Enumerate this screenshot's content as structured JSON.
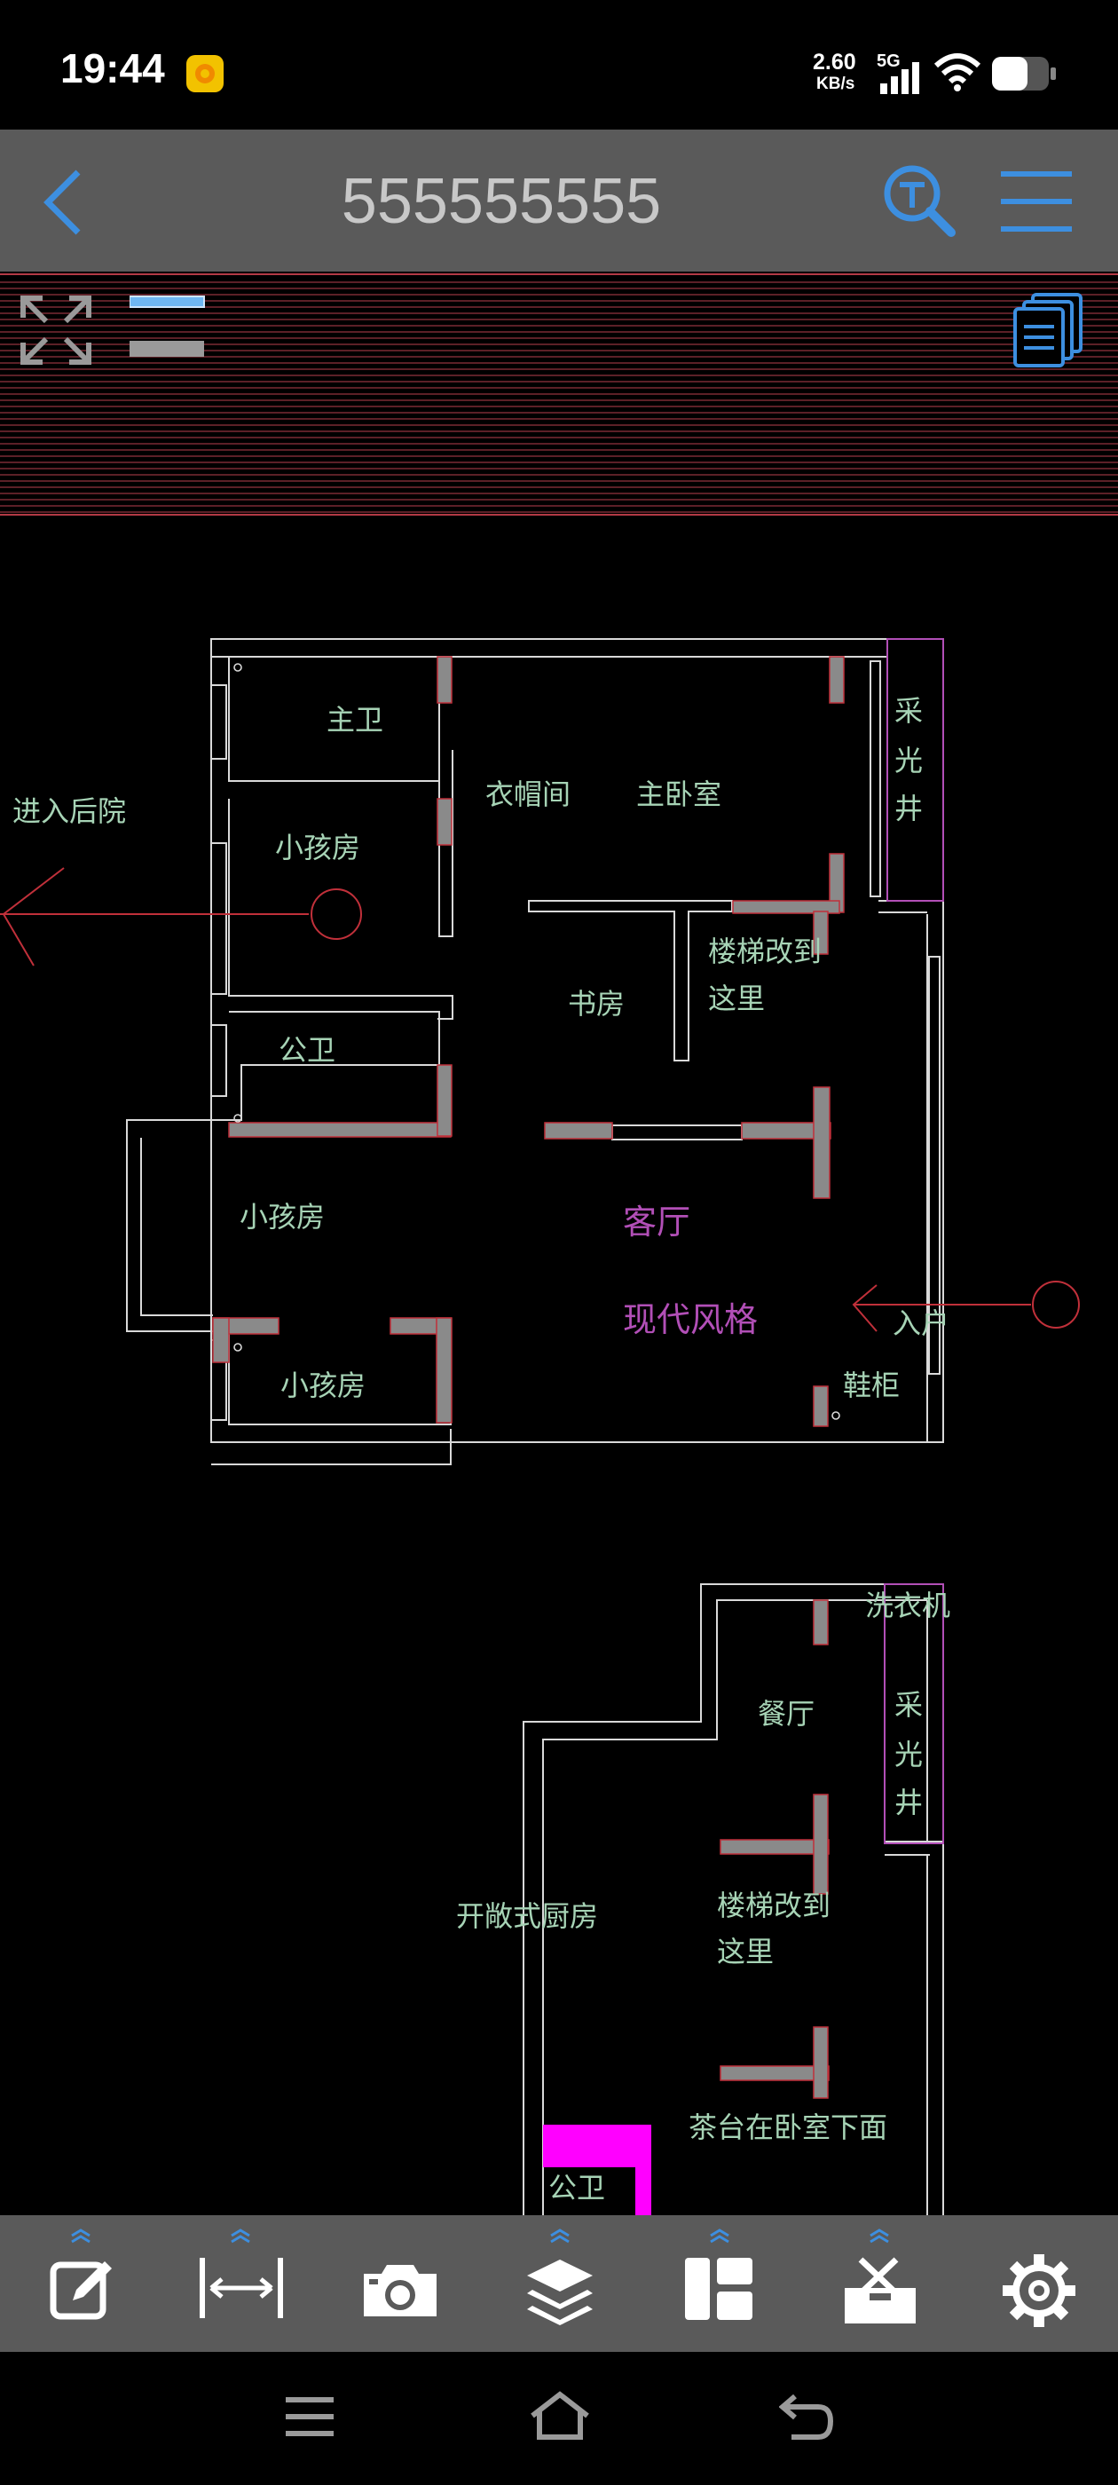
{
  "status_bar": {
    "time": "19:44",
    "network_speed_value": "2.60",
    "network_speed_unit": "KB/s",
    "network_type": "5G",
    "icons": [
      "app-notification-icon",
      "signal-icon",
      "wifi-icon",
      "battery-icon"
    ]
  },
  "header": {
    "title": "555555555",
    "icons": [
      "back-icon",
      "text-search-icon",
      "menu-icon"
    ]
  },
  "top_tools": {
    "icons": [
      "fit-screen-icon",
      "line-style-icon",
      "documents-icon"
    ]
  },
  "floor_plan": {
    "upper": {
      "labels": {
        "master_bath": "主卫",
        "cloakroom": "衣帽间",
        "master_bedroom": "主卧室",
        "light_well": [
          "采",
          "光",
          "井"
        ],
        "enter_backyard": "进入后院",
        "kids_room_1": "小孩房",
        "stairs_line1": "楼梯改到",
        "stairs_line2": "这里",
        "study": "书房",
        "public_bath": "公卫",
        "kids_room_2": "小孩房",
        "living_room": "客厅",
        "modern_style": "现代风格",
        "entrance": "入户",
        "kids_room_3": "小孩房",
        "shoe_cabinet": "鞋柜"
      }
    },
    "lower": {
      "labels": {
        "washing_machine": "洗衣机",
        "dining_room": "餐厅",
        "light_well": [
          "采",
          "光",
          "井"
        ],
        "stairs_line1": "楼梯改到",
        "stairs_line2": "这里",
        "open_kitchen": "开敞式厨房",
        "tea_table": "茶台在卧室下面",
        "public_bath": "公卫"
      }
    },
    "colors": {
      "wall": "#d9d9d9",
      "column": "#8a8a8a",
      "label_text": "#a7d4b6",
      "magenta_text": "#b24fb7",
      "red_line": "#c0303a",
      "magenta_block": "#ff00ff"
    }
  },
  "toolbar": {
    "items": [
      {
        "name": "edit",
        "icon": "edit-icon"
      },
      {
        "name": "measure",
        "icon": "measure-icon"
      },
      {
        "name": "camera",
        "icon": "camera-icon"
      },
      {
        "name": "layers",
        "icon": "layers-icon"
      },
      {
        "name": "layout",
        "icon": "layout-icon"
      },
      {
        "name": "tools",
        "icon": "toolbox-icon"
      },
      {
        "name": "settings",
        "icon": "gear-icon"
      }
    ]
  },
  "nav_bar": {
    "icons": [
      "recents-icon",
      "home-icon",
      "back-nav-icon"
    ]
  }
}
